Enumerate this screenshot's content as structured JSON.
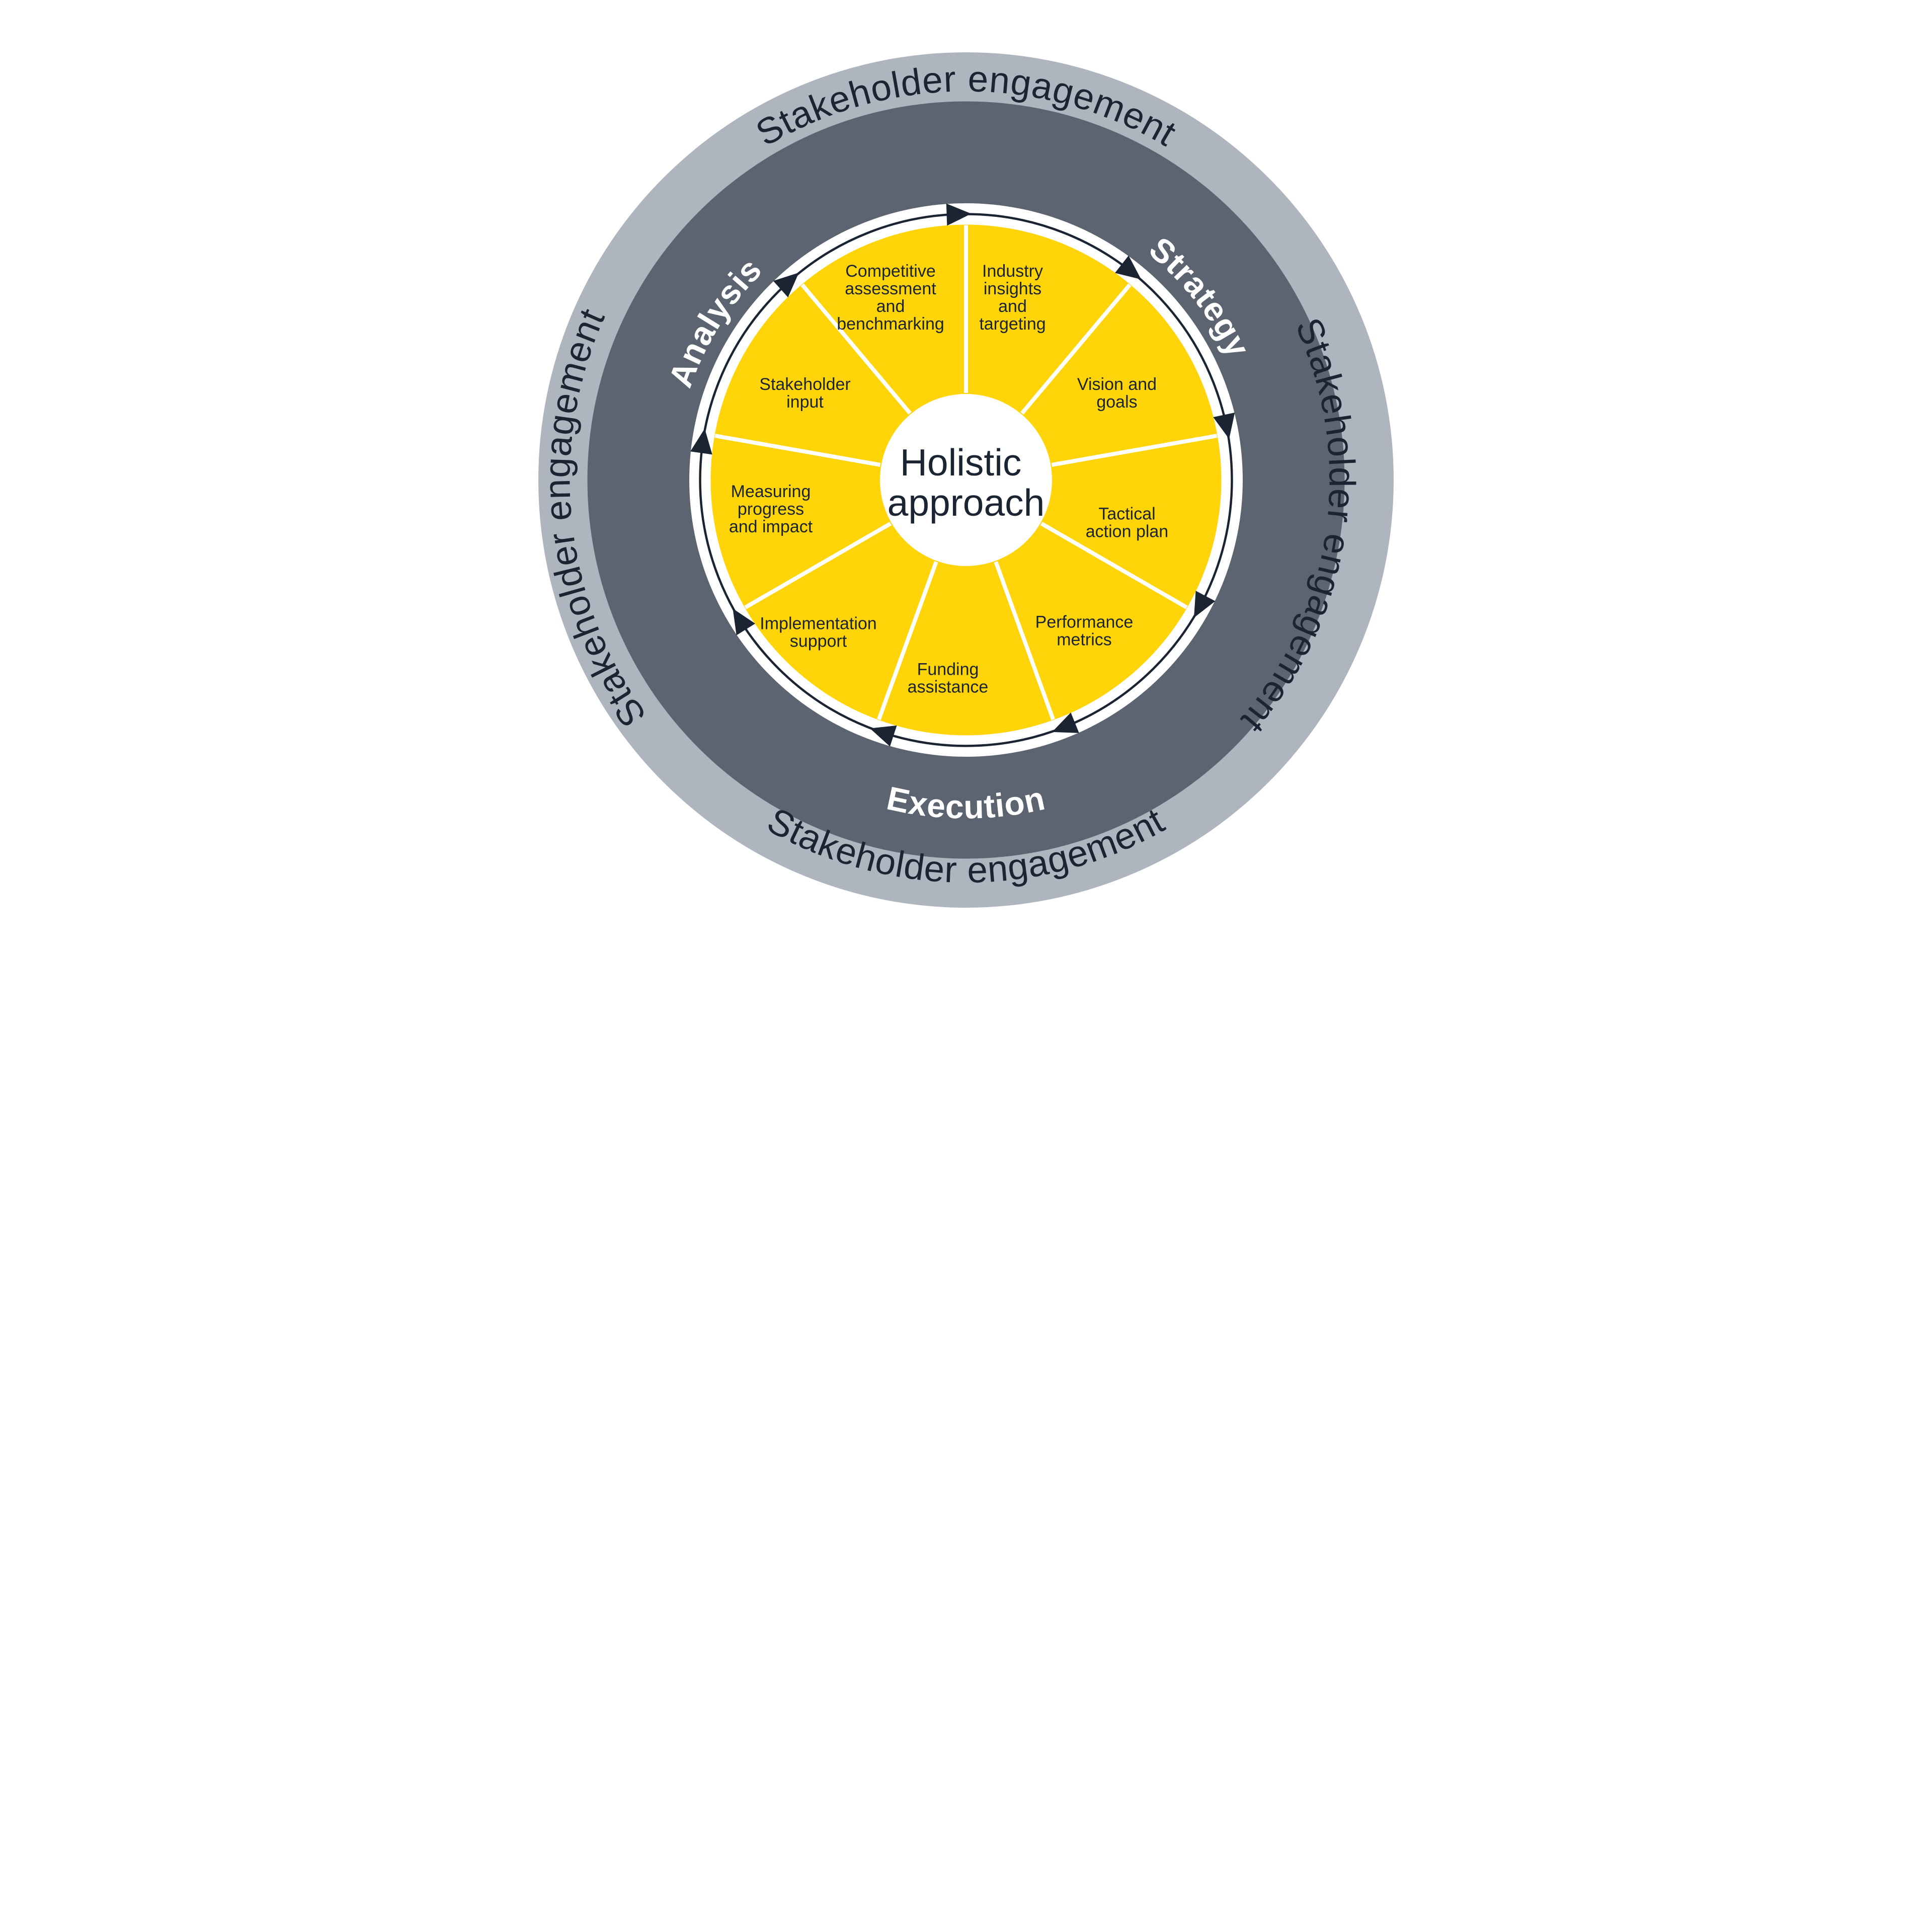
{
  "diagram_title": "Holistic approach",
  "colors": {
    "outer_ring": "#AFB5BE",
    "phase_ring": "#5B6470",
    "wheel": "#FFD408",
    "gap": "#FFFFFF",
    "text_dark": "#1B2433",
    "text_light": "#FFFFFF",
    "flow_line": "#1B2433",
    "background": "#FFFFFF"
  },
  "outer_ring": {
    "label": "Stakeholder engagement",
    "placements": [
      "top",
      "right",
      "bottom",
      "left"
    ]
  },
  "phase_ring": {
    "labels": [
      "Analysis",
      "Strategy",
      "Execution"
    ]
  },
  "flow": {
    "direction": "clockwise",
    "arrow_count": 9
  },
  "hub": {
    "lines": [
      "Holistic",
      "approach"
    ]
  },
  "segments": [
    {
      "label": "Industry insights and targeting",
      "lines": [
        "Industry",
        "insights",
        "and",
        "targeting"
      ]
    },
    {
      "label": "Vision and goals",
      "lines": [
        "Vision and",
        "goals"
      ]
    },
    {
      "label": "Tactical action plan",
      "lines": [
        "Tactical",
        "action plan"
      ]
    },
    {
      "label": "Performance metrics",
      "lines": [
        "Performance",
        "metrics"
      ]
    },
    {
      "label": "Funding assistance",
      "lines": [
        "Funding",
        "assistance"
      ]
    },
    {
      "label": "Implementation support",
      "lines": [
        "Implementation",
        "support"
      ]
    },
    {
      "label": "Measuring progress and impact",
      "lines": [
        "Measuring",
        "progress",
        "and impact"
      ]
    },
    {
      "label": "Stakeholder input",
      "lines": [
        "Stakeholder",
        "input"
      ]
    },
    {
      "label": "Competitive assessment and benchmarking",
      "lines": [
        "Competitive",
        "assessment",
        "and",
        "benchmarking"
      ]
    }
  ]
}
